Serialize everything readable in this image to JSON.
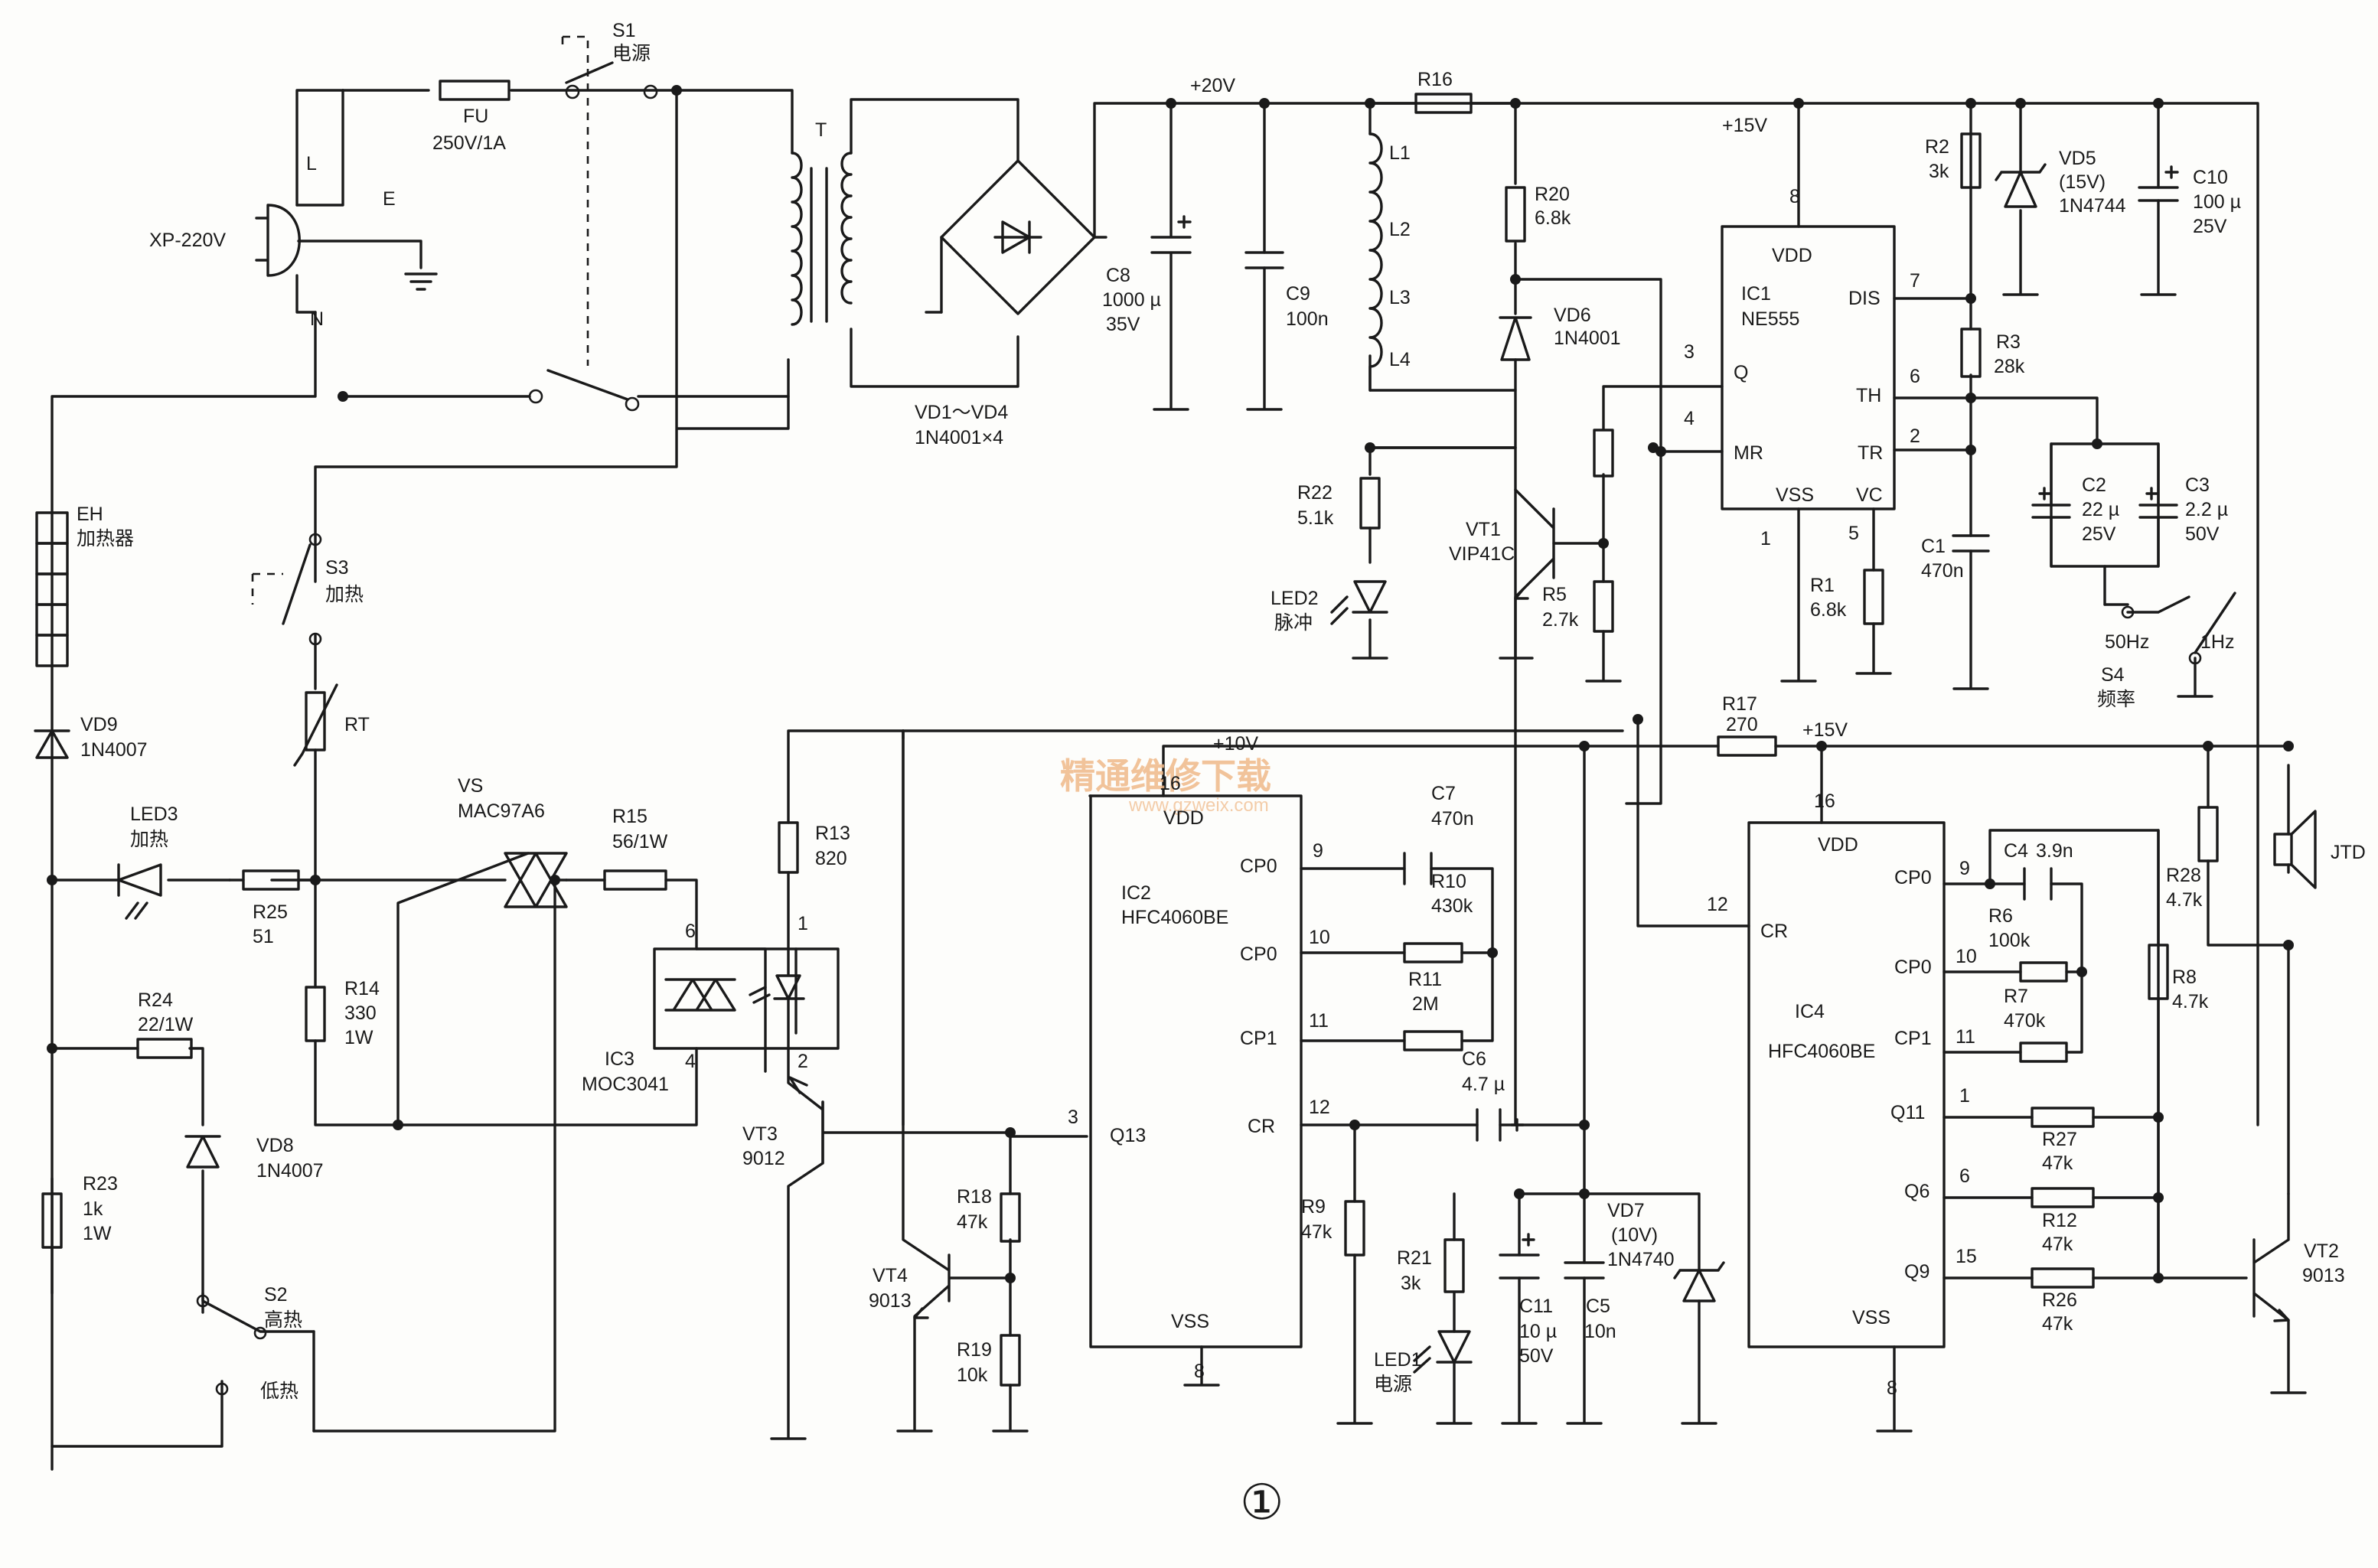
{
  "figure": {
    "number": "①"
  },
  "watermark": {
    "cn": "精通维修下载",
    "url": "www.gzweix.com"
  },
  "rails": {
    "v20": "+20V",
    "v15a": "+15V",
    "v10": "+10V",
    "v15b": "+15V"
  },
  "power": {
    "plug": "XP-220V",
    "live": "L",
    "earth": "E",
    "neutral": "N",
    "fuse_ref": "FU",
    "fuse_val": "250V/1A",
    "s1_ref": "S1",
    "s1_name": "电源",
    "transformer": "T",
    "bridge_ref": "VD1～VD4",
    "bridge_val": "1N4001×4",
    "c8_ref": "C8",
    "c8_v1": "1000 µ",
    "c8_v2": "35V",
    "c9_ref": "C9",
    "c9_val": "100n"
  },
  "pulse": {
    "r16": "R16",
    "l1": "L1",
    "l2": "L2",
    "l3": "L3",
    "l4": "L4",
    "r20_ref": "R20",
    "r20_val": "6.8k",
    "vd6_ref": "VD6",
    "vd6_val": "1N4001",
    "r22_ref": "R22",
    "r22_val": "5.1k",
    "led2_ref": "LED2",
    "led2_name": "脉冲",
    "vt1_ref": "VT1",
    "vt1_val": "VIP41C",
    "r5_ref": "R5",
    "r5_val": "2.7k"
  },
  "ic1": {
    "ref": "IC1",
    "part": "NE555",
    "pins": {
      "vdd": "VDD",
      "dis": "DIS",
      "q": "Q",
      "mr": "MR",
      "th": "TH",
      "tr": "TR",
      "vss": "VSS",
      "vc": "VC"
    },
    "nums": {
      "p8": "8",
      "p7": "7",
      "p3": "3",
      "p4": "4",
      "p6": "6",
      "p2": "2",
      "p1": "1",
      "p5": "5"
    },
    "r2_ref": "R2",
    "r2_val": "3k",
    "vd5_ref": "VD5",
    "vd5_v": "(15V)",
    "vd5_val": "1N4744",
    "c10_ref": "C10",
    "c10_v1": "100 µ",
    "c10_v2": "25V",
    "r3_ref": "R3",
    "r3_val": "28k",
    "r1_ref": "R1",
    "r1_val": "6.8k",
    "c1_ref": "C1",
    "c1_val": "470n",
    "c2_ref": "C2",
    "c2_v1": "22 µ",
    "c2_v2": "25V",
    "c3_ref": "C3",
    "c3_v1": "2.2 µ",
    "c3_v2": "50V",
    "s4_ref": "S4",
    "s4_name": "频率",
    "s4_a": "50Hz",
    "s4_b": "1Hz"
  },
  "heater": {
    "eh_ref": "EH",
    "eh_name": "加热器",
    "s3_ref": "S3",
    "s3_name": "加热",
    "rt": "RT",
    "vd9_ref": "VD9",
    "vd9_val": "1N4007",
    "led3_ref": "LED3",
    "led3_name": "加热",
    "r25_ref": "R25",
    "r25_val": "51",
    "vs_ref": "VS",
    "vs_val": "MAC97A6",
    "r15_ref": "R15",
    "r15_val": "56/1W",
    "r14_ref": "R14",
    "r14_v1": "330",
    "r14_v2": "1W",
    "ic3_ref": "IC3",
    "ic3_val": "MOC3041",
    "ic3_p6": "6",
    "ic3_p4": "4",
    "ic3_p1": "1",
    "ic3_p2": "2",
    "r24_ref": "R24",
    "r24_val": "22/1W",
    "vd8_ref": "VD8",
    "vd8_val": "1N4007",
    "r23_ref": "R23",
    "r23_v1": "1k",
    "r23_v2": "1W",
    "s2_ref": "S2",
    "s2_name": "高热",
    "s2_low": "低热",
    "r13_ref": "R13",
    "r13_val": "820",
    "vt3_ref": "VT3",
    "vt3_val": "9012",
    "r18_ref": "R18",
    "r18_val": "47k",
    "r19_ref": "R19",
    "r19_val": "10k",
    "vt4_ref": "VT4",
    "vt4_val": "9013"
  },
  "ic2": {
    "ref": "IC2",
    "part": "HFC4060BE",
    "pins": {
      "vdd": "VDD",
      "cp0a": "CP0",
      "cp0b": "CP0",
      "cp1": "CP1",
      "cr": "CR",
      "q13": "Q13",
      "vss": "VSS"
    },
    "nums": {
      "p16": "16",
      "p9": "9",
      "p10": "10",
      "p11": "11",
      "p12": "12",
      "p3": "3",
      "p8": "8"
    },
    "c7_ref": "C7",
    "c7_val": "470n",
    "r10_ref": "R10",
    "r10_val": "430k",
    "r11_ref": "R11",
    "r11_val": "2M",
    "c6_ref": "C6",
    "c6_val": "4.7 µ",
    "r9_ref": "R9",
    "r9_val": "47k",
    "r21_ref": "R21",
    "r21_val": "3k",
    "led1_ref": "LED1",
    "led1_name": "电源",
    "c11_ref": "C11",
    "c11_v1": "10 µ",
    "c11_v2": "50V",
    "c5_ref": "C5",
    "c5_val": "10n",
    "vd7_ref": "VD7",
    "vd7_v": "(10V)",
    "vd7_val": "1N4740",
    "r17_ref": "R17",
    "r17_val": "270"
  },
  "ic4": {
    "ref": "IC4",
    "part": "HFC4060BE",
    "pins": {
      "vdd": "VDD",
      "cr": "CR",
      "cp0a": "CP0",
      "cp0b": "CP0",
      "cp1": "CP1",
      "q11": "Q11",
      "q6": "Q6",
      "q9": "Q9",
      "vss": "VSS"
    },
    "nums": {
      "p16": "16",
      "p12": "12",
      "p9": "9",
      "p10": "10",
      "p11": "11",
      "p1": "1",
      "p6": "6",
      "p15": "15",
      "p8": "8"
    },
    "c4_ref": "C4",
    "c4_val": "3.9n",
    "r6_ref": "R6",
    "r6_val": "100k",
    "r7_ref": "R7",
    "r7_val": "470k",
    "r8_ref": "R8",
    "r8_val": "4.7k",
    "r27_ref": "R27",
    "r27_val": "47k",
    "r12_ref": "R12",
    "r12_val": "47k",
    "r26_ref": "R26",
    "r26_val": "47k",
    "r28_ref": "R28",
    "r28_val": "4.7k",
    "vt2_ref": "VT2",
    "vt2_val": "9013",
    "jtd": "JTD"
  }
}
